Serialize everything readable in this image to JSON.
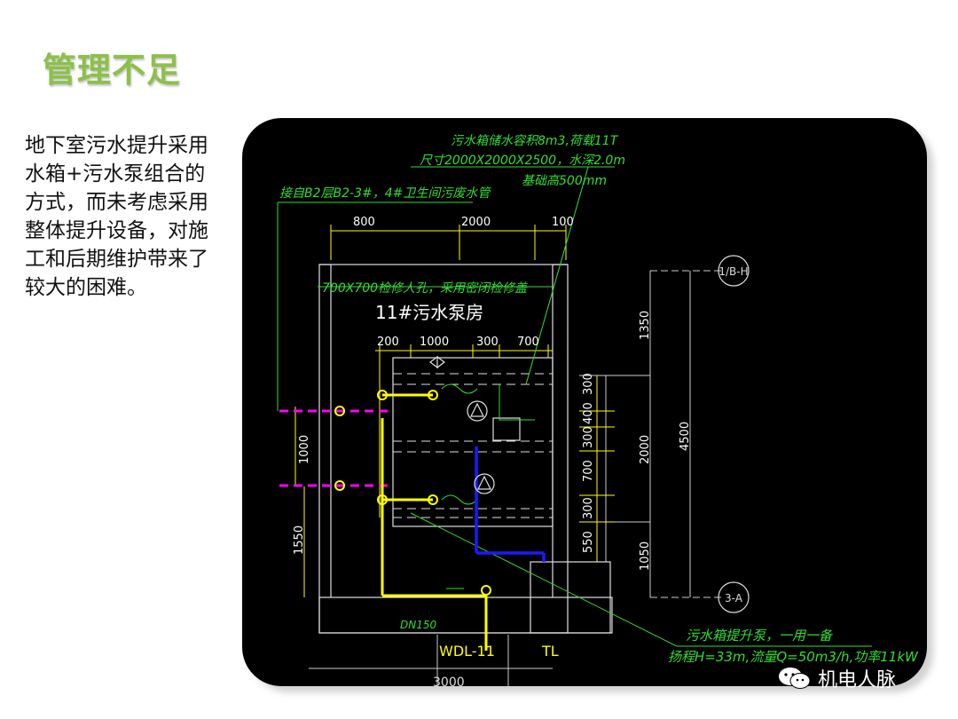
{
  "slide": {
    "title": "管理不足",
    "body": "地下室污水提升采用水箱+污水泵组合的方式，而未考虑采用整体提升设备，对施工和后期维护带来了较大的困难。"
  },
  "drawing": {
    "note_tank": "污水箱储水容积8m3,荷载11T",
    "note_size": "尺寸2000X2000X2500，水深2.0m",
    "note_base": "基础高500mm",
    "note_inlet": "接自B2层B2-3#，4#卫生间污废水管",
    "note_access": "700X700检修人孔，采用密闭检修盖",
    "room_label": "11#污水泵房",
    "pipe_label": "DN150",
    "riser_label": "WDL-11",
    "tl_label": "TL",
    "axis_top": "1/B-H",
    "axis_bottom": "3-A",
    "pump_note_1": "污水箱提升泵，一用一备",
    "pump_note_2": "扬程H=33m,流量Q=50m3/h,功率11kW",
    "dims_top": [
      "800",
      "2000",
      "100"
    ],
    "dims_inner": [
      "200",
      "1000",
      "300",
      "700"
    ],
    "dims_right_small": [
      "300",
      "400",
      "300",
      "700",
      "300",
      "550"
    ],
    "dims_right_mid": [
      "1350",
      "2000",
      "1050"
    ],
    "dim_right_total": "4500",
    "dims_left": [
      "1000",
      "1550"
    ],
    "dim_bottom": "3000"
  },
  "watermark": {
    "text": "机电人脉",
    "icon": "wechat-icon"
  },
  "colors": {
    "title_green": "#8cc04a",
    "cad_bg": "#000000",
    "cad_green": "#33dd33",
    "cad_yellow": "#ffff00",
    "cad_white": "#ffffff",
    "cad_blue": "#1a1aff",
    "cad_magenta": "#ff00ff"
  }
}
